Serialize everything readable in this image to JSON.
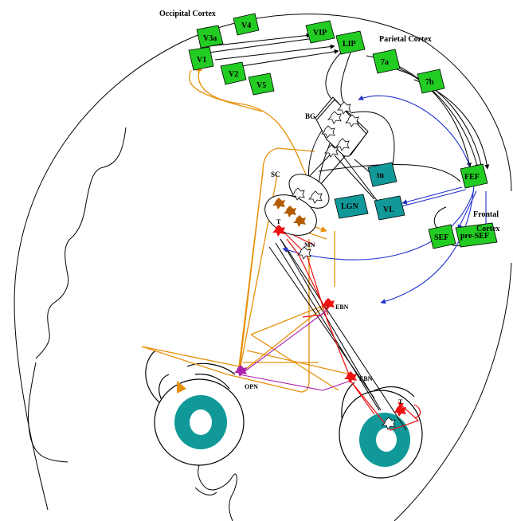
{
  "regions": {
    "occipital": "Occipital Cortex",
    "parietal": "Parietal Cortex",
    "frontal_line1": "Frontal",
    "frontal_line2": "Cortex"
  },
  "areas": {
    "v4": "V4",
    "v3a": "V3a",
    "v1": "V1",
    "v2": "V2",
    "v5": "V5",
    "vip": "VIP",
    "lip": "LIP",
    "a7a": "7a",
    "a7b": "7b",
    "fef": "FEF",
    "sef": "SEF",
    "presef": "pre-SEF",
    "tn": "tn",
    "vl": "VL",
    "lgn": "LGN"
  },
  "nuclei": {
    "bg": "BG",
    "sc": "SC",
    "mn": "MN",
    "ebn_left": "EBN",
    "ebn_right": "EBN",
    "opn": "OPN",
    "t_left": "T",
    "t_right": "T"
  },
  "colors": {
    "area_fill": "#22cc22",
    "thalamus_fill": "#119999",
    "iris": "#119999",
    "orange_path": "#e6900a",
    "blue_path": "#2233cc",
    "red_path": "#ee1111",
    "purple_path": "#aa22aa",
    "brown_cell": "#b35c00"
  }
}
